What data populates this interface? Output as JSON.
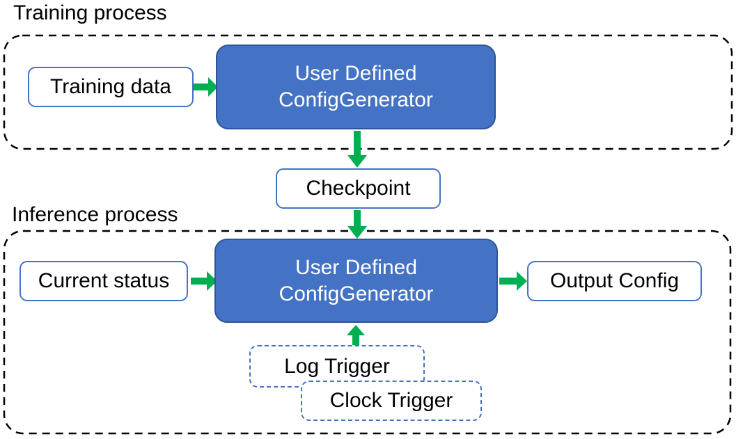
{
  "colors": {
    "generator_fill": "#4472C4",
    "generator_border": "#2F5597",
    "node_border": "#4472C4",
    "arrow_green": "#00B050",
    "container_dash": "#000000",
    "trigger_border": "#4472C4",
    "text_dark": "#000000",
    "text_light": "#FFFFFF"
  },
  "training": {
    "title": "Training process",
    "training_data": "Training data",
    "generator": {
      "line1": "User Defined",
      "line2": "ConfigGenerator"
    }
  },
  "checkpoint": "Checkpoint",
  "inference": {
    "title": "Inference process",
    "current_status": "Current status",
    "generator": {
      "line1": "User Defined",
      "line2": "ConfigGenerator"
    },
    "output_config": "Output Config",
    "log_trigger": "Log Trigger",
    "clock_trigger": "Clock Trigger"
  }
}
